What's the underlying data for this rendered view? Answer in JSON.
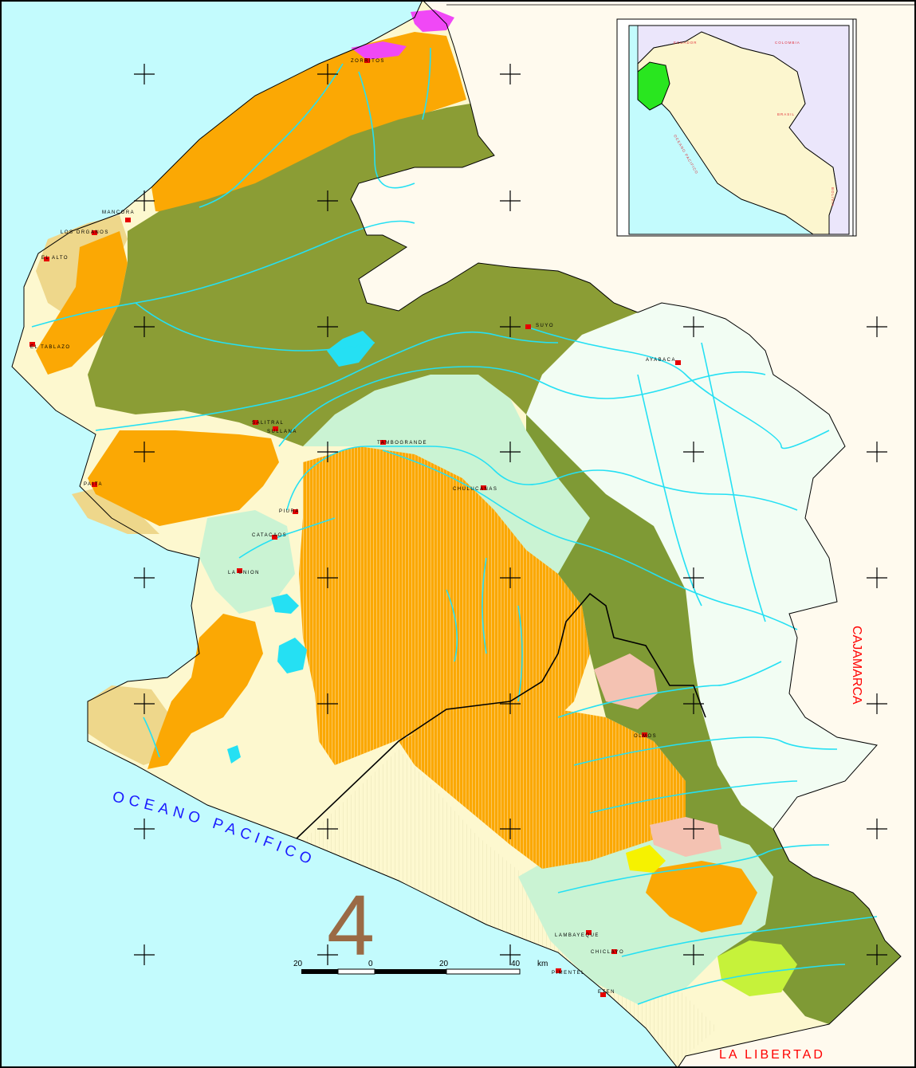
{
  "map_number": "4",
  "ocean_label": "OCEANO PACIFICO",
  "regions": {
    "east": "CAJAMARCA",
    "south": "LA LIBERTAD"
  },
  "towns": [
    "MANCORA",
    "LOS ORGANOS",
    "EL ALTO",
    "EL TABLAZO",
    "SULLANA",
    "SALITRAL",
    "PAITA",
    "PIURA",
    "CATACAOS",
    "LA UNION",
    "TAMBOGRANDE",
    "CHULUCANAS",
    "AYABACA",
    "SUYO",
    "ZORRITOS",
    "OLMOS",
    "LAMBAYEQUE",
    "CHICLAYO",
    "PIMENTEL",
    "ETEN"
  ],
  "inset": {
    "labels": [
      "ECUADOR",
      "COLOMBIA",
      "BRASIL",
      "OCEANO PACIFICO",
      "BOLIVIA"
    ]
  },
  "scale_bar": {
    "ticks": [
      "20",
      "0",
      "20",
      "40"
    ],
    "unit": "km"
  },
  "colors": {
    "ocean": "#c3fbfd",
    "outside_land": "#fffaee",
    "coastal_plain": "#fdf8cf",
    "desert_orange": "#fba804",
    "forest_green": "#8b9d35",
    "mid_green": "#7f9a35",
    "light_green": "#caf3d3",
    "pale_highland": "#f2fdf3",
    "tan": "#eed78b",
    "rivers": "#25e0f3",
    "towns": "#e60000",
    "pink": "#f4c2b2",
    "yellow": "#f6f200",
    "magenta": "#f048f6"
  }
}
